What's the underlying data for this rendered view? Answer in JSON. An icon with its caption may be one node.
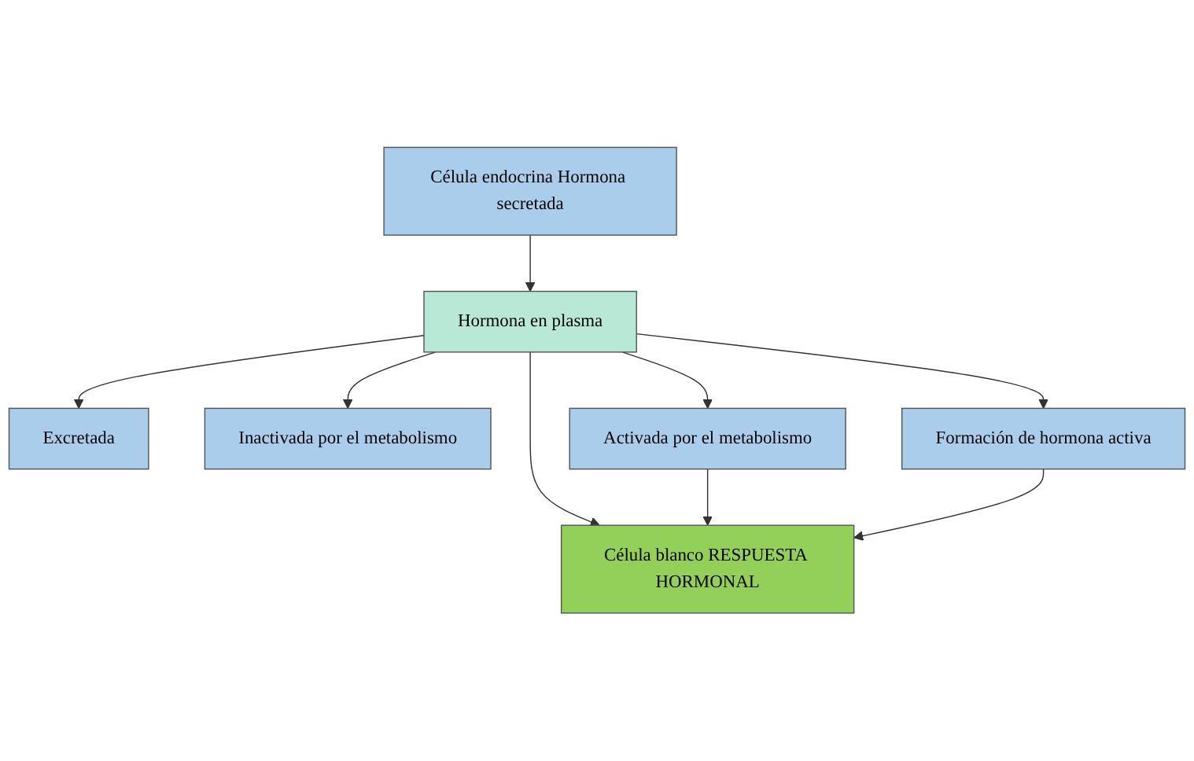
{
  "diagram": {
    "nodes": [
      {
        "text": [
          "Célula endocrina Hormona secretada"
        ]
      },
      {
        "text": [
          "Hormona en plasma"
        ]
      },
      {
        "text": [
          "Excretada"
        ]
      },
      {
        "text": [
          "Inactivada por el metabolismo"
        ]
      },
      {
        "text": [
          "Activada por el metabolismo"
        ]
      },
      {
        "text": [
          "Formación de hormona activa"
        ]
      },
      {
        "text": [
          "Célula blanco RESPUESTA HORMONAL"
        ]
      }
    ],
    "edges": [
      {
        "from": 0,
        "to": 1,
        "arrow": "to"
      },
      {
        "from": 1,
        "to": 2,
        "arrow": "to"
      },
      {
        "from": 1,
        "to": 3,
        "arrow": "to"
      },
      {
        "from": 1,
        "to": 6,
        "arrow": "to"
      },
      {
        "from": 1,
        "to": 4,
        "arrow": "to"
      },
      {
        "from": 1,
        "to": 5,
        "arrow": "to"
      },
      {
        "from": 4,
        "to": 6,
        "arrow": "to"
      },
      {
        "from": 5,
        "to": 6,
        "arrow": "to"
      }
    ]
  }
}
